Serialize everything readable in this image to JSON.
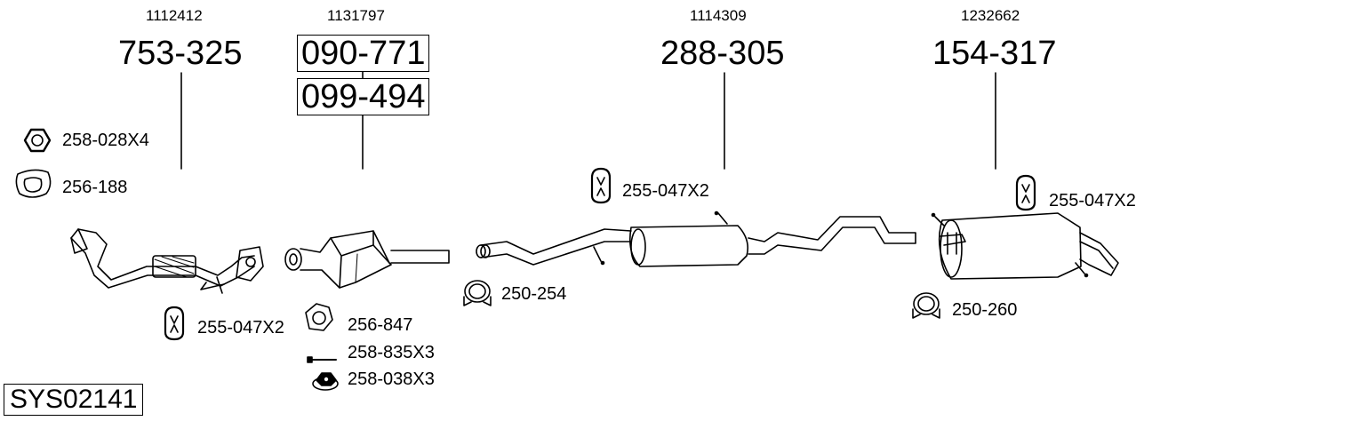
{
  "diagram_title": "SYS02141",
  "parts": [
    {
      "ref": "1112412",
      "number": "753-325"
    },
    {
      "ref": "1131797",
      "number": "090-771",
      "alt_number": "099-494"
    },
    {
      "ref": "1114309",
      "number": "288-305"
    },
    {
      "ref": "1232662",
      "number": "154-317"
    }
  ],
  "accessories": {
    "nut": "258-028X4",
    "gasket_front": "256-188",
    "hanger_front": "255-047X2",
    "gasket_cat": "256-847",
    "bolt": "258-835X3",
    "nut_cat": "258-038X3",
    "clamp_mid": "250-254",
    "hanger_mid": "255-047X2",
    "hanger_rear": "255-047X2",
    "clamp_rear": "250-260"
  }
}
